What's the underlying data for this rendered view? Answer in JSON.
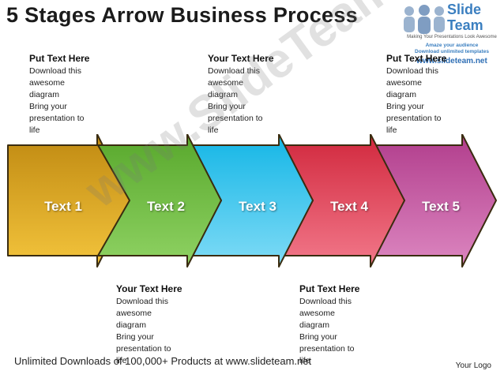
{
  "slide": {
    "title": "5 Stages Arrow Business Process",
    "footer": "Unlimited Downloads of 100,000+ Products at www.slideteam.net",
    "your_logo": "Your Logo",
    "watermark": "www.SlideTeam.net"
  },
  "logo": {
    "brand_line1": "Slide",
    "brand_line2": "Team",
    "tagline": "Making Your Presentations Look Awesome",
    "promo_line1": "Amaze your audience",
    "promo_line2": "Download unlimited templates",
    "url": "www.slideteam.net",
    "icon": "people-group-icon"
  },
  "top_blocks": [
    {
      "heading": "Put Text Here",
      "lines": [
        "Download this",
        "awesome",
        "diagram",
        "Bring your",
        "presentation to",
        "life"
      ]
    },
    {
      "heading": "Your Text Here",
      "lines": [
        "Download this",
        "awesome",
        "diagram",
        "Bring your",
        "presentation to",
        "life"
      ]
    },
    {
      "heading": "Put Text Here",
      "lines": [
        "Download this",
        "awesome",
        "diagram",
        "Bring your",
        "presentation to",
        "life"
      ]
    }
  ],
  "bottom_blocks": [
    {
      "heading": "Your Text Here",
      "lines": [
        "Download this",
        "awesome",
        "diagram",
        "Bring your",
        "presentation to",
        "life"
      ]
    },
    {
      "heading": "Put Text Here",
      "lines": [
        "Download this",
        "awesome",
        "diagram",
        "Bring your",
        "presentation to",
        "life"
      ]
    }
  ],
  "stages": [
    {
      "label": "Text 1",
      "color": "#d9a21f"
    },
    {
      "label": "Text 2",
      "color": "#6fbd3f"
    },
    {
      "label": "Text 3",
      "color": "#2ec3ec"
    },
    {
      "label": "Text 4",
      "color": "#e0394f"
    },
    {
      "label": "Text 5",
      "color": "#c6529f"
    }
  ]
}
